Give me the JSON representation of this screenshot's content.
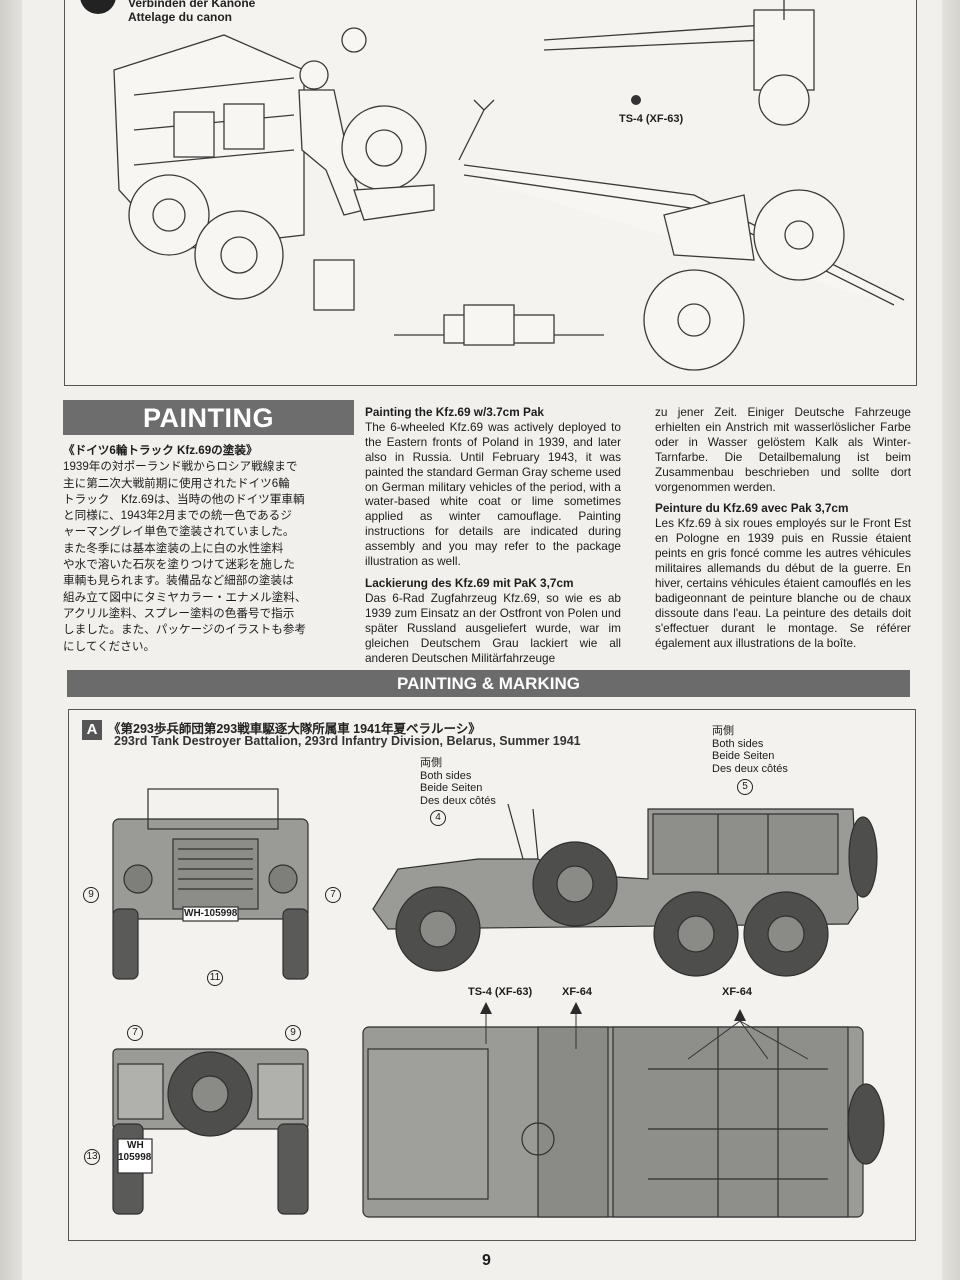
{
  "step": {
    "label_de": "Verbinden der Kanone",
    "label_fr": "Attelage du canon",
    "paint_label": "TS-4 (XF-63)"
  },
  "painting_heading": "PAINTING",
  "japanese": {
    "title": "《ドイツ6輪トラック Kfz.69の塗装》",
    "lines": [
      "1939年の対ポーランド戦からロシア戦線まで",
      "主に第二次大戦前期に使用されたドイツ6輪",
      "トラック　Kfz.69は、当時の他のドイツ軍車輌",
      "と同様に、1943年2月までの統一色であるジ",
      "ャーマングレイ単色で塗装されていました。",
      "また冬季には基本塗装の上に白の水性塗料",
      "や水で溶いた石灰を塗りつけて迷彩を施した",
      "車輌も見られます。装備品など細部の塗装は",
      "組み立て図中にタミヤカラー・エナメル塗料、",
      "アクリル塗料、スプレー塗料の色番号で指示",
      "しました。また、パッケージのイラストも参考",
      "にしてください。"
    ]
  },
  "english": {
    "title": "Painting the Kfz.69 w/3.7cm Pak",
    "body": "The 6-wheeled Kfz.69 was actively deployed to the Eastern fronts of Poland in 1939, and later also in Russia. Until February 1943, it was painted the standard German Gray scheme used on German military vehicles of the period, with a water-based white coat or lime sometimes applied as winter camouflage. Painting instructions for details are indicated during assembly and you may refer to the package illustration as well."
  },
  "german": {
    "title": "Lackierung des Kfz.69 mit PaK 3,7cm",
    "body": "Das 6-Rad Zugfahrzeug Kfz.69, so wie es ab 1939 zum Einsatz an der Ostfront von Polen und später Russland ausgeliefert wurde, war im gleichen Deutschem Grau lackiert wie all anderen Deutschen Militärfahrzeuge",
    "body_cont": "zu jener Zeit. Einiger Deutsche Fahrzeuge erhielten ein Anstrich mit wasserlöslicher Farbe oder in Wasser gelöstem Kalk als Winter-Tarnfarbe. Die Detailbemalung ist beim Zusammenbau beschrieben und sollte dort vorgenommen werden."
  },
  "french": {
    "title": "Peinture du Kfz.69 avec Pak 3,7cm",
    "body": "Les Kfz.69 à six roues employés sur le Front Est en Pologne en 1939 puis en Russie étaient peints en gris foncé comme les autres véhicules militaires allemands du début de la guerre. En hiver, certains véhicules étaient camouflés en les badigeonnant de peinture blanche ou de chaux dissoute dans l'eau. La peinture des details doit s'effectuer durant le montage. Se référer également aux illustrations de la boîte."
  },
  "painting_marking_heading": "PAINTING & MARKING",
  "scheme": {
    "letter": "A",
    "caption_jp": "《第293歩兵師団第293戦車駆逐大隊所属車 1941年夏ベラルーシ》",
    "caption_en": "293rd Tank Destroyer Battalion, 293rd Infantry Division, Belarus, Summer 1941"
  },
  "both_sides_1": [
    "両側",
    "Both sides",
    "Beide Seiten",
    "Des deux côtés"
  ],
  "both_sides_2": [
    "両側",
    "Both sides",
    "Beide Seiten",
    "Des deux côtés"
  ],
  "markings": {
    "m4": "4",
    "m5": "5",
    "m7": "7",
    "m9": "9",
    "m11": "11",
    "m13": "13"
  },
  "plates": {
    "front": "WH-105998",
    "rear_top": "WH",
    "rear_bottom": "105998"
  },
  "paint_labels": {
    "ts4": "TS-4 (XF-63)",
    "xf64a": "XF-64",
    "xf64b": "XF-64"
  },
  "page_number": "9"
}
